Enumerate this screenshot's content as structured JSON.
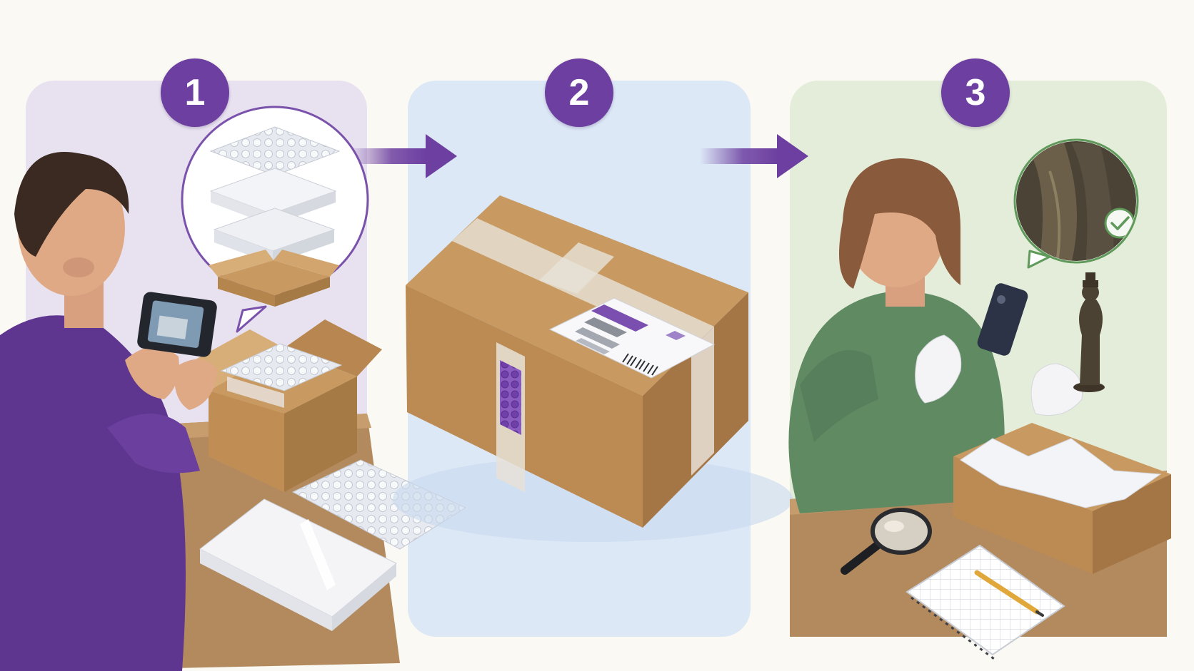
{
  "steps": [
    {
      "number": "1",
      "panel_color": "#e8e2f0"
    },
    {
      "number": "2",
      "panel_color": "#dce8f6"
    },
    {
      "number": "3",
      "panel_color": "#e4edda"
    }
  ],
  "colors": {
    "accent_purple": "#6c3fa0",
    "background": "#fbf9f3",
    "cardboard": "#c89a62",
    "cardboard_dark": "#a67a45",
    "desk_wood": "#b38a5e",
    "check_green": "#5f9a5a"
  },
  "icons": [
    "step-arrow-icon",
    "checkmark-icon",
    "barcode-icon",
    "magnifying-glass-icon"
  ]
}
